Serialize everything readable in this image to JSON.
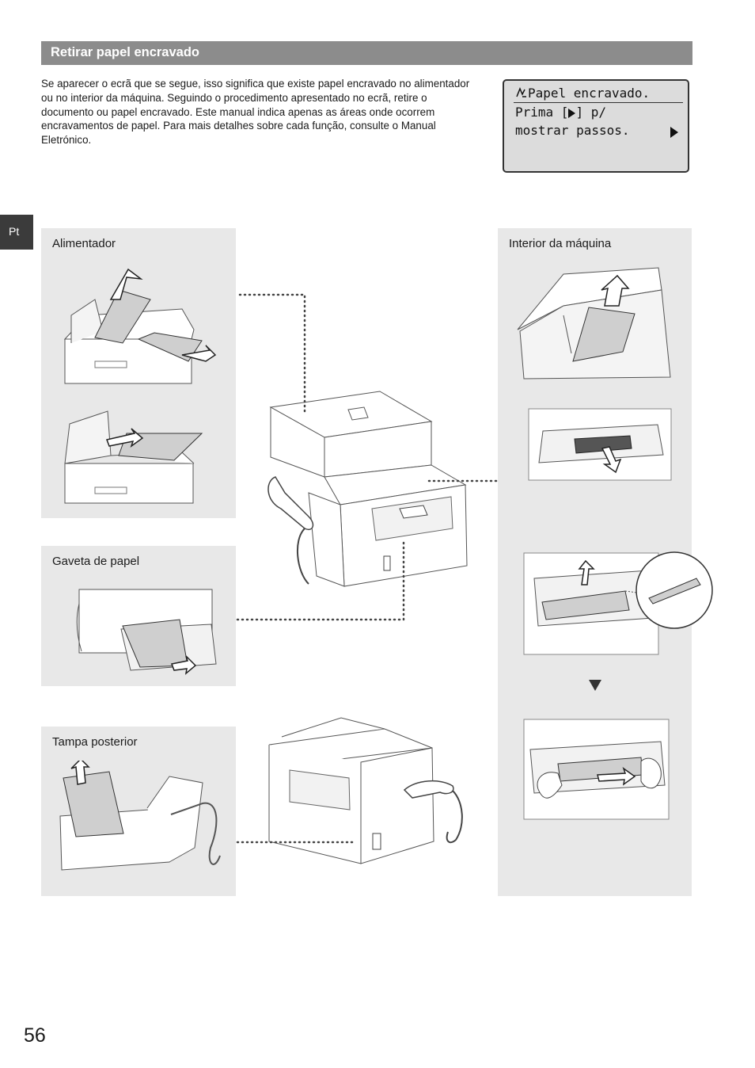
{
  "section": {
    "title": "Retirar papel encravado"
  },
  "intro": "Se aparecer o ecrã que se segue, isso significa que existe papel encravado no alimentador ou no interior da máquina. Seguindo o procedimento apresentado no ecrã, retire o documento ou papel encravado. Este manual indica apenas as áreas onde ocorrem encravamentos de papel. Para mais detalhes sobre cada função, consulte o Manual Eletrónico.",
  "lcd": {
    "icon": "paper-jam-icon",
    "line1": "Papel encravado.",
    "line2_prefix": "Prima [",
    "line2_suffix": "] p/",
    "line3": "mostrar passos."
  },
  "side_tab": "Pt",
  "panels": {
    "feeder": "Alimentador",
    "drawer": "Gaveta de papel",
    "rear": "Tampa posterior",
    "interior": "Interior da máquina"
  },
  "page_number": "56",
  "colors": {
    "bar": "#8c8c8c",
    "panel": "#e8e8e8",
    "tab": "#3b3b3b",
    "lcd": "#dcdcdc"
  }
}
